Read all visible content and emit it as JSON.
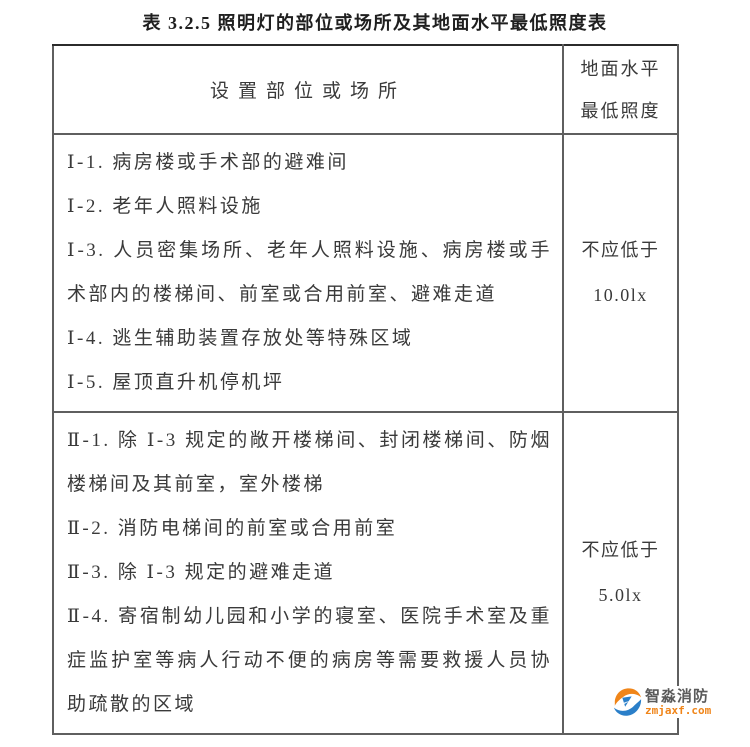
{
  "page": {
    "title": "表 3.2.5 照明灯的部位或场所及其地面水平最低照度表"
  },
  "table": {
    "header": {
      "location_col": "设置部位或场所",
      "illuminance_col_line1": "地面水平",
      "illuminance_col_line2": "最低照度"
    },
    "groups": [
      {
        "items": [
          "Ⅰ-1. 病房楼或手术部的避难间",
          "Ⅰ-2. 老年人照料设施",
          "Ⅰ-3. 人员密集场所、老年人照料设施、病房楼或手术部内的楼梯间、前室或合用前室、避难走道",
          "Ⅰ-4. 逃生辅助装置存放处等特殊区域",
          "Ⅰ-5. 屋顶直升机停机坪"
        ],
        "requirement_line1": "不应低于",
        "requirement_line2": "10.0lx"
      },
      {
        "items": [
          "Ⅱ-1. 除 Ⅰ-3 规定的敞开楼梯间、封闭楼梯间、防烟楼梯间及其前室，室外楼梯",
          "Ⅱ-2. 消防电梯间的前室或合用前室",
          "Ⅱ-3. 除 Ⅰ-3 规定的避难走道",
          "Ⅱ-4. 寄宿制幼儿园和小学的寝室、医院手术室及重症监护室等病人行动不便的病房等需要救援人员协助疏散的区域"
        ],
        "requirement_line1": "不应低于",
        "requirement_line2": "5.0lx"
      }
    ]
  },
  "watermark": {
    "brand": "智淼消防",
    "domain": "zmjaxf.com",
    "colors": {
      "orange": "#f08519",
      "blue": "#2a7fc9",
      "brand_text": "#5a5a5a"
    }
  }
}
